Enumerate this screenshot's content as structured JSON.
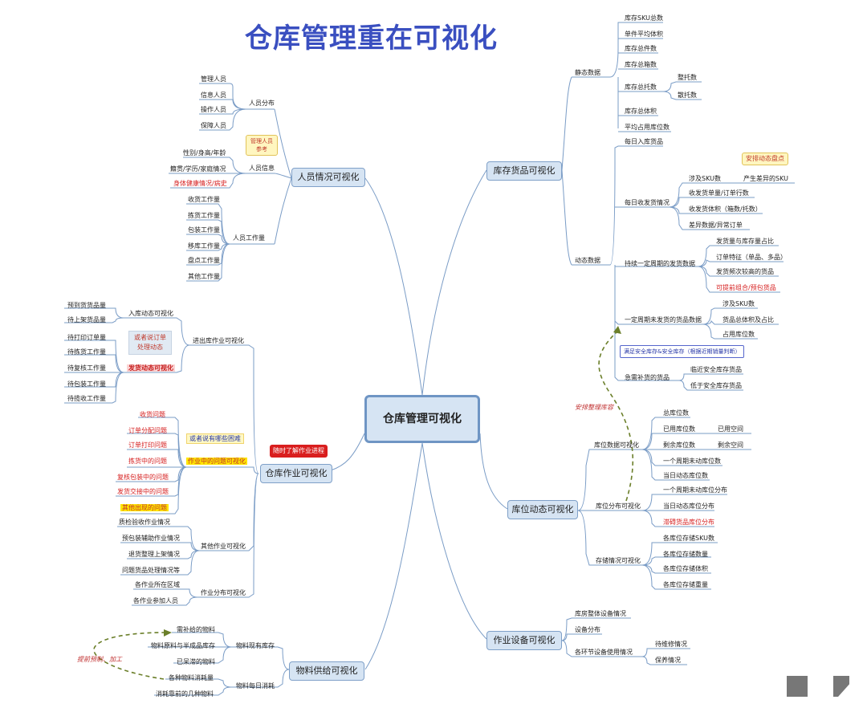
{
  "title": "仓库管理重在可视化",
  "root": "仓库管理可视化",
  "branches": {
    "personnel": "人员情况可视化",
    "inventory": "库存货品可视化",
    "operations": "仓库作业可视化",
    "location": "库位动态可视化",
    "equipment": "作业设备可视化",
    "materials": "物料供给可视化"
  },
  "personnel": {
    "dist": "人员分布",
    "dist_items": [
      "管理人员",
      "信息人员",
      "操作人员",
      "保障人员"
    ],
    "info": "人员信息",
    "info_items": [
      "性别/身高/年龄",
      "籍贯/学历/家庭情况",
      "身体健康情况/病史"
    ],
    "info_note": "管理人员\n参考",
    "work": "人员工作量",
    "work_items": [
      "收货工作量",
      "拣货工作量",
      "包装工作量",
      "移库工作量",
      "盘点工作量",
      "其他工作量"
    ]
  },
  "inventory": {
    "static": "静态数据",
    "static_items": [
      "库存SKU总数",
      "单件平均体积",
      "库存总件数",
      "库存总箱数",
      "库存总托数",
      "库存总体积",
      "平均占用库位数"
    ],
    "pallet_items": [
      "整托数",
      "散托数"
    ],
    "dynamic": "动态数据",
    "daily_in": "每日入库货品",
    "daily_ship": "每日收发货情况",
    "daily_ship_items": [
      "涉及SKU数",
      "收发货单量/订单行数",
      "收发货体积（箱数/托数）",
      "差异数据/异常订单"
    ],
    "sku_diff": "产生差异的SKU",
    "sku_note": "安排动态盘点",
    "period_ship": "持续一定周期的发货数据",
    "period_ship_items": [
      "发货量与库存量占比",
      "订单特征（单品、多品）",
      "发货频次较高的货品",
      "可提前组合/预包货品"
    ],
    "no_ship": "一定周期未发货的货品数据",
    "no_ship_items": [
      "涉及SKU数",
      "货品总体积及占比",
      "占用库位数"
    ],
    "replenish_note": "满足安全库存&安全库存（根据近期销量判断）",
    "replenish": "急需补货的货品",
    "replenish_items": [
      "临近安全库存货品",
      "低于安全库存货品"
    ]
  },
  "operations": {
    "inout": "进出库作业可视化",
    "inbound": "入库动态可视化",
    "inbound_items": [
      "预到货货品量",
      "待上架货品量"
    ],
    "outbound": "发货动态可视化",
    "outbound_note": "或者说订单\n处理动态",
    "outbound_items": [
      "待打印订单量",
      "待拣货工作量",
      "待复核工作量",
      "待包装工作量",
      "待揽收工作量"
    ],
    "problems": "作业中的问题可视化",
    "problems_note": "或者说有哪些困难",
    "problems_items": [
      "收货问题",
      "订单分配问题",
      "订单打印问题",
      "拣货中的问题",
      "复核包装中的问题",
      "发货交接中的问题",
      "其他出现的问题"
    ],
    "other": "其他作业可视化",
    "other_items": [
      "质检验收作业情况",
      "预包装辅助作业情况",
      "退货整理上架情况",
      "问题货品处理情况等"
    ],
    "dist": "作业分布可视化",
    "dist_items": [
      "各作业所在区域",
      "各作业参加人员"
    ],
    "live_note": "随时了解作业进程"
  },
  "location": {
    "data": "库位数据可视化",
    "data_items": [
      "总库位数",
      "已用库位数",
      "剩余库位数",
      "一个周期未动库位数",
      "当日动态库位数"
    ],
    "used_space": "已用空间",
    "left_space": "剩余空间",
    "dist": "库位分布可视化",
    "dist_items": [
      "一个周期未动库位分布",
      "当日动态库位分布",
      "滞碍货品库位分布"
    ],
    "storage": "存储情况可视化",
    "storage_items": [
      "各库位存储SKU数",
      "各库位存储数量",
      "各库位存储体积",
      "各库位存储重量"
    ],
    "arrow_note": "安排整理库容"
  },
  "equipment": {
    "items": [
      "库房整体设备情况",
      "设备分布",
      "各环节设备使用情况"
    ],
    "usage_items": [
      "待维修情况",
      "保养情况"
    ]
  },
  "materials": {
    "stock": "物料现有库存",
    "stock_items": [
      "需补给的物料",
      "物料原料与半成品库存",
      "已呆滞的物料"
    ],
    "daily": "物料每日消耗",
    "daily_items": [
      "各种物料消耗量",
      "消耗靠前的几种物料"
    ],
    "arrow_note": "提前预制、加工"
  },
  "colors": {
    "title": "#3a4fc0",
    "node_fill": "#d6e4f3",
    "node_border": "#7fa0c8",
    "line": "#7a9cc6",
    "red": "#d62020",
    "dashed": "#6b7f2a"
  }
}
